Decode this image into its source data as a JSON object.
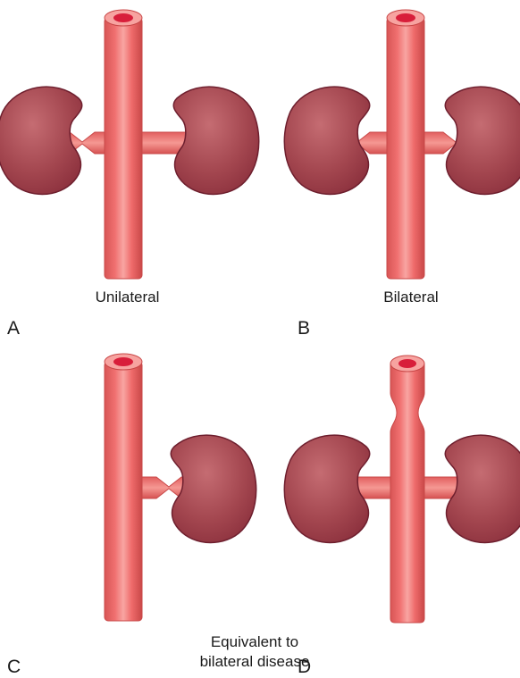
{
  "panels": {
    "a": {
      "letter": "A",
      "caption": "Unilateral"
    },
    "b": {
      "letter": "B",
      "caption": "Bilateral"
    },
    "c": {
      "letter": "C",
      "caption": "Equivalent to bilateral disease"
    },
    "d": {
      "letter": "D"
    }
  },
  "colors": {
    "vessel": "#ef6b6b",
    "vessel_light": "#f7a3a0",
    "vessel_dark": "#c94848",
    "lumen": "#d81e3a",
    "kidney": "#a8505a",
    "kidney_dark": "#6e1f2e",
    "kidney_light": "#c56c72"
  }
}
